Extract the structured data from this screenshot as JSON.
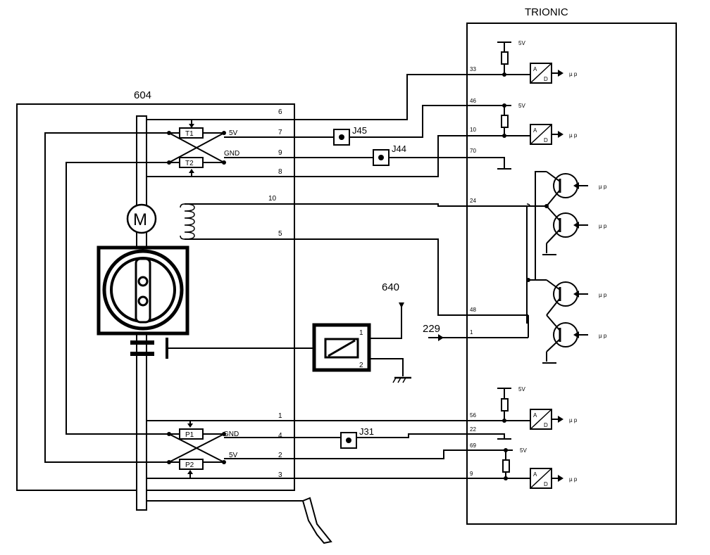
{
  "diagram": {
    "trionic_title": "TRIONIC",
    "module_title": "604",
    "motor_label": "M",
    "supply_5v": "5V",
    "gnd": "GND",
    "mp": "µ p",
    "ad_a": "A",
    "ad_d": "D",
    "t1": "T1",
    "t2": "T2",
    "p1": "P1",
    "p2": "P2",
    "conn_j45": "J45",
    "conn_j44": "J44",
    "conn_j31": "J31",
    "ref_640": "640",
    "ref_229": "229",
    "relay_pin1": "1",
    "relay_pin2": "2",
    "module_pins": {
      "p6": "6",
      "p7": "7",
      "p9": "9",
      "p8": "8",
      "p10": "10",
      "p5": "5",
      "p1": "1",
      "p4": "4",
      "p2": "2",
      "p3": "3"
    },
    "trionic_pins": {
      "p33": "33",
      "p46": "46",
      "p10": "10",
      "p70": "70",
      "p24": "24",
      "p48": "48",
      "p1": "1",
      "p56": "56",
      "p22": "22",
      "p69": "69",
      "p9": "9"
    }
  }
}
